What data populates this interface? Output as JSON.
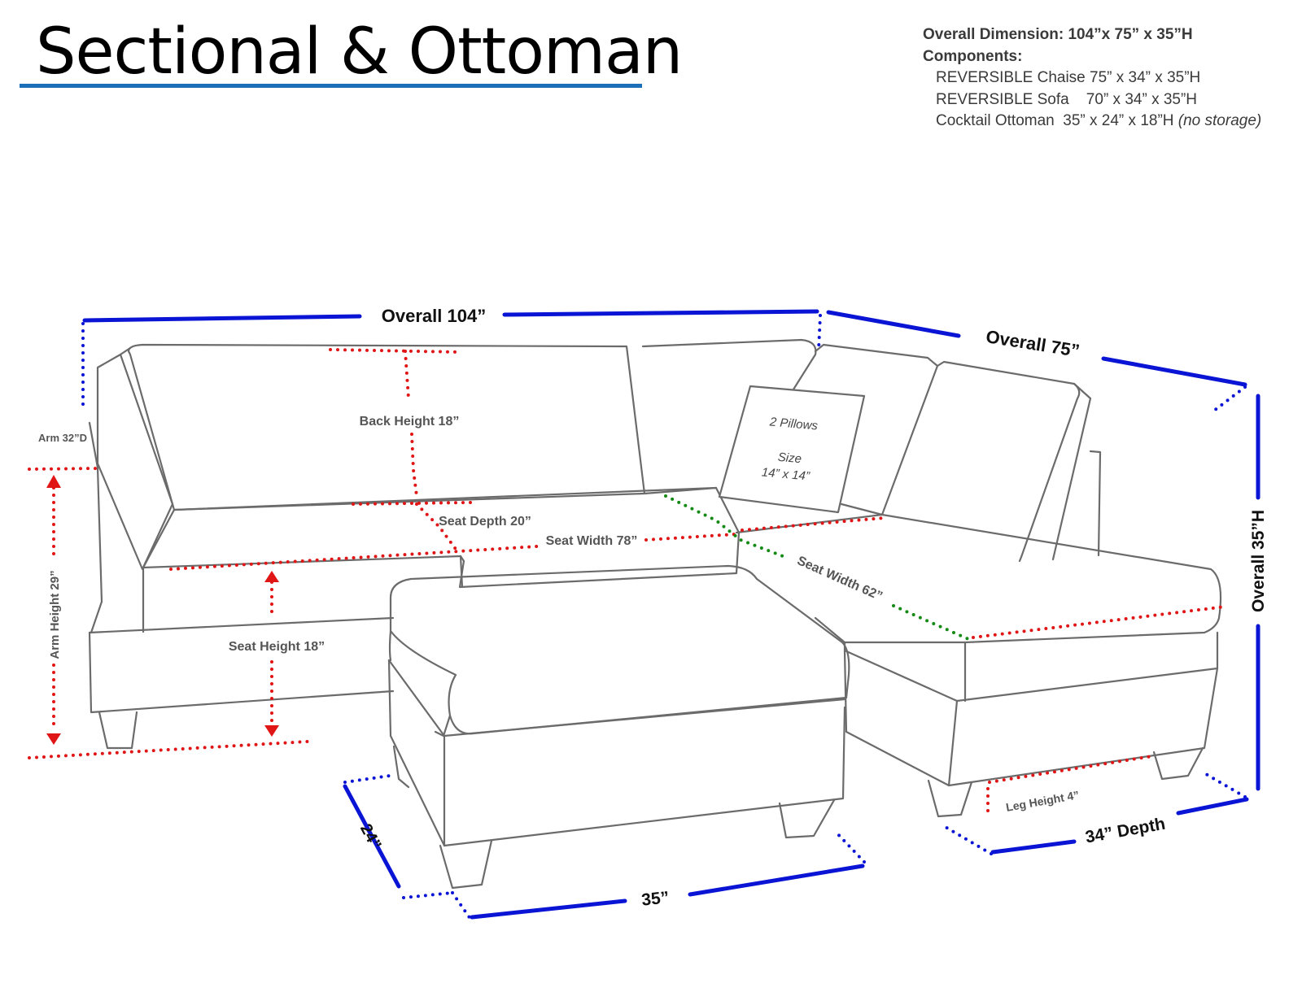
{
  "title": "Sectional & Ottoman",
  "specs": {
    "overall_label": "Overall Dimension:",
    "overall_value": "104”x 75” x 35”H",
    "components_label": "Components:",
    "components": [
      {
        "text": "REVERSIBLE Chaise 75” x 34” x 35”H",
        "note": ""
      },
      {
        "text": "REVERSIBLE Sofa    70” x 34” x 35”H",
        "note": ""
      },
      {
        "text": "Cocktail Ottoman  35” x 24” x 18”H ",
        "note": "(no storage)"
      }
    ]
  },
  "labels": {
    "overall_width": "Overall  104”",
    "overall_depth": "Overall  75”",
    "overall_height": "Overall  35”H",
    "arm_depth": "Arm 32”D",
    "back_height": "Back Height 18”",
    "pillows": "2 Pillows",
    "pillow_size_label": "Size",
    "pillow_size": "14” x 14”",
    "seat_depth": "Seat  Depth 20”",
    "seat_width_sofa": "Seat  Width 78”",
    "seat_width_chaise": "Seat Width 62”",
    "arm_height": "Arm Height 29”",
    "seat_height": "Seat Height 18”",
    "leg_height": "Leg Height 4”",
    "chaise_depth": "34” Depth",
    "ottoman_depth": "24”",
    "ottoman_width": "35”"
  },
  "colors": {
    "accent_blue": "#0a14d4",
    "title_rule": "#1a6fb8",
    "dim_red": "#e01515",
    "dim_green": "#138a13",
    "outline": "#6b6b6b",
    "label_text": "#555555"
  }
}
